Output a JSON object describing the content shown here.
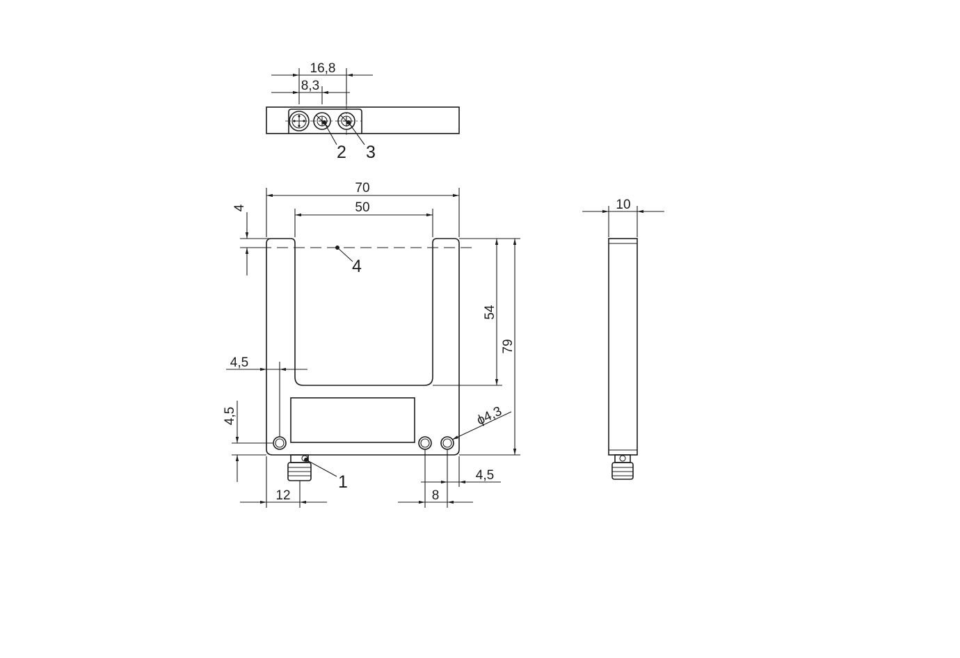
{
  "dimensions": {
    "top_16_8": "16,8",
    "top_8_3": "8,3",
    "width_70": "70",
    "inner_50": "50",
    "gap_4": "4",
    "slot_depth_54": "54",
    "height_79": "79",
    "arm_4_5": "4,5",
    "hole_y_4_5": "4,5",
    "hole_diameter": "ϕ4,3",
    "connector_12": "12",
    "hole_spacing_8": "8",
    "hole_x_4_5": "4,5",
    "depth_10": "10"
  },
  "callouts": {
    "c1": "1",
    "c2": "2",
    "c3": "3",
    "c4": "4"
  }
}
